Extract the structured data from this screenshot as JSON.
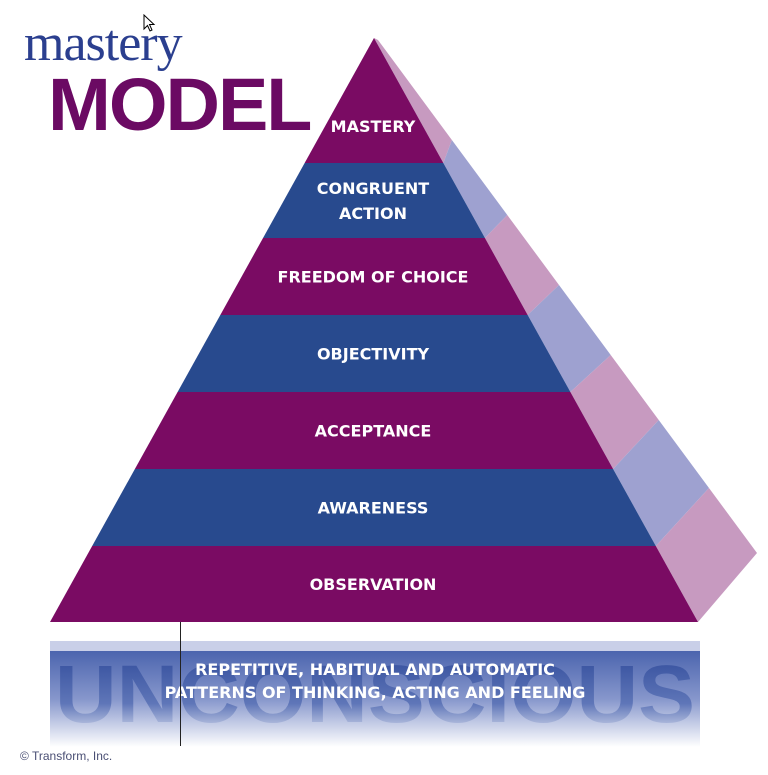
{
  "title": {
    "line1": "mastery",
    "line2": "MODEL"
  },
  "colors": {
    "purple": "#7a0b63",
    "blue": "#284a8e",
    "side_purple": "#c79ac0",
    "side_blue": "#9ea1d0",
    "base_text": "#2f4a9a",
    "title_blue": "#2b3f8f",
    "title_purple": "#6b0a63"
  },
  "pyramid": {
    "layers": [
      {
        "label_lines": [
          "MASTERY"
        ],
        "color": "purple"
      },
      {
        "label_lines": [
          "CONGRUENT",
          "ACTION"
        ],
        "color": "blue"
      },
      {
        "label_lines": [
          "FREEDOM OF CHOICE"
        ],
        "color": "purple"
      },
      {
        "label_lines": [
          "OBJECTIVITY"
        ],
        "color": "blue"
      },
      {
        "label_lines": [
          "ACCEPTANCE"
        ],
        "color": "purple"
      },
      {
        "label_lines": [
          "AWARENESS"
        ],
        "color": "blue"
      },
      {
        "label_lines": [
          "OBSERVATION"
        ],
        "color": "purple"
      }
    ]
  },
  "base": {
    "big_word": "UNCONSCIOUS",
    "lines": [
      "REPETITIVE, HABITUAL AND AUTOMATIC",
      "PATTERNS OF THINKING, ACTING AND FEELING"
    ]
  },
  "copyright": "© Transform, Inc.",
  "icons": {
    "cursor": "arrow-cursor-icon"
  }
}
